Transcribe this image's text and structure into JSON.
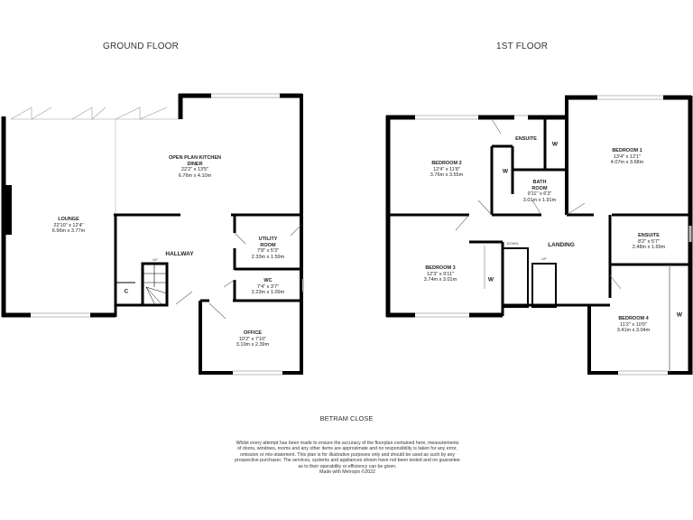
{
  "floors": [
    {
      "title": "GROUND FLOOR",
      "rooms": [
        {
          "name": "LOUNGE",
          "imperial": "22'10\" x 12'4\"",
          "metric": "6.96m x 3.77m"
        },
        {
          "name": "OPEN PLAN KITCHEN",
          "name2": "DINER",
          "imperial": "22'2\" x 13'5\"",
          "metric": "6.76m x 4.10m"
        },
        {
          "name": "HALLWAY"
        },
        {
          "name": "UTILITY",
          "name2": "ROOM",
          "imperial": "7'8\" x 5'3\"",
          "metric": "2.33m x 1.59m"
        },
        {
          "name": "WC",
          "imperial": "7'4\" x 3'7\"",
          "metric": "2.23m x 1.09m"
        },
        {
          "name": "OFFICE",
          "imperial": "10'2\" x 7'10\"",
          "metric": "3.10m x 2.39m"
        }
      ],
      "tags": {
        "cupboard": "C",
        "stairs": "UP"
      }
    },
    {
      "title": "1ST FLOOR",
      "rooms": [
        {
          "name": "BEDROOM 2",
          "imperial": "12'4\" x 11'8\"",
          "metric": "3.76m x 3.55m"
        },
        {
          "name": "ENSUITE"
        },
        {
          "name": "BEDROOM 1",
          "imperial": "13'4\" x 12'1\"",
          "metric": "4.07m x 3.68m"
        },
        {
          "name": "BATH",
          "name2": "ROOM",
          "imperial": "9'11\" x 6'3\"",
          "metric": "3.01m x 1.91m"
        },
        {
          "name": "ENSUITE",
          "imperial": "8'2\" x 5'7\"",
          "metric": "2.48m x 1.69m"
        },
        {
          "name": "LANDING"
        },
        {
          "name": "BEDROOM 3",
          "imperial": "12'3\" x 9'11\"",
          "metric": "3.74m x 3.01m"
        },
        {
          "name": "BEDROOM 4",
          "imperial": "11'2\" x 10'0\"",
          "metric": "3.41m x 3.04m"
        }
      ],
      "tags": {
        "wardrobe": "W",
        "stairs_down": "DOWN",
        "stairs_up": "UP"
      }
    }
  ],
  "address": "BETRAM CLOSE",
  "disclaimer": {
    "line1": "Whilst every attempt has been made to ensure the accuracy of the floorplan contained here, measurements",
    "line2": "of doors, windows, rooms and any other items are approximate and no responsibility is taken for any error,",
    "line3": "omission or mis-statement. This plan is for illustrative purposes only and should be used as such by any",
    "line4": "prospective purchaser. The services, systems and appliances shown have not been tested and no guarantee",
    "line5": "as to their operability or efficiency can be given.",
    "line6": "Made with Metropix ©2022"
  },
  "colors": {
    "wall": "#000000",
    "window": "#bbbbbb",
    "background": "#ffffff"
  }
}
